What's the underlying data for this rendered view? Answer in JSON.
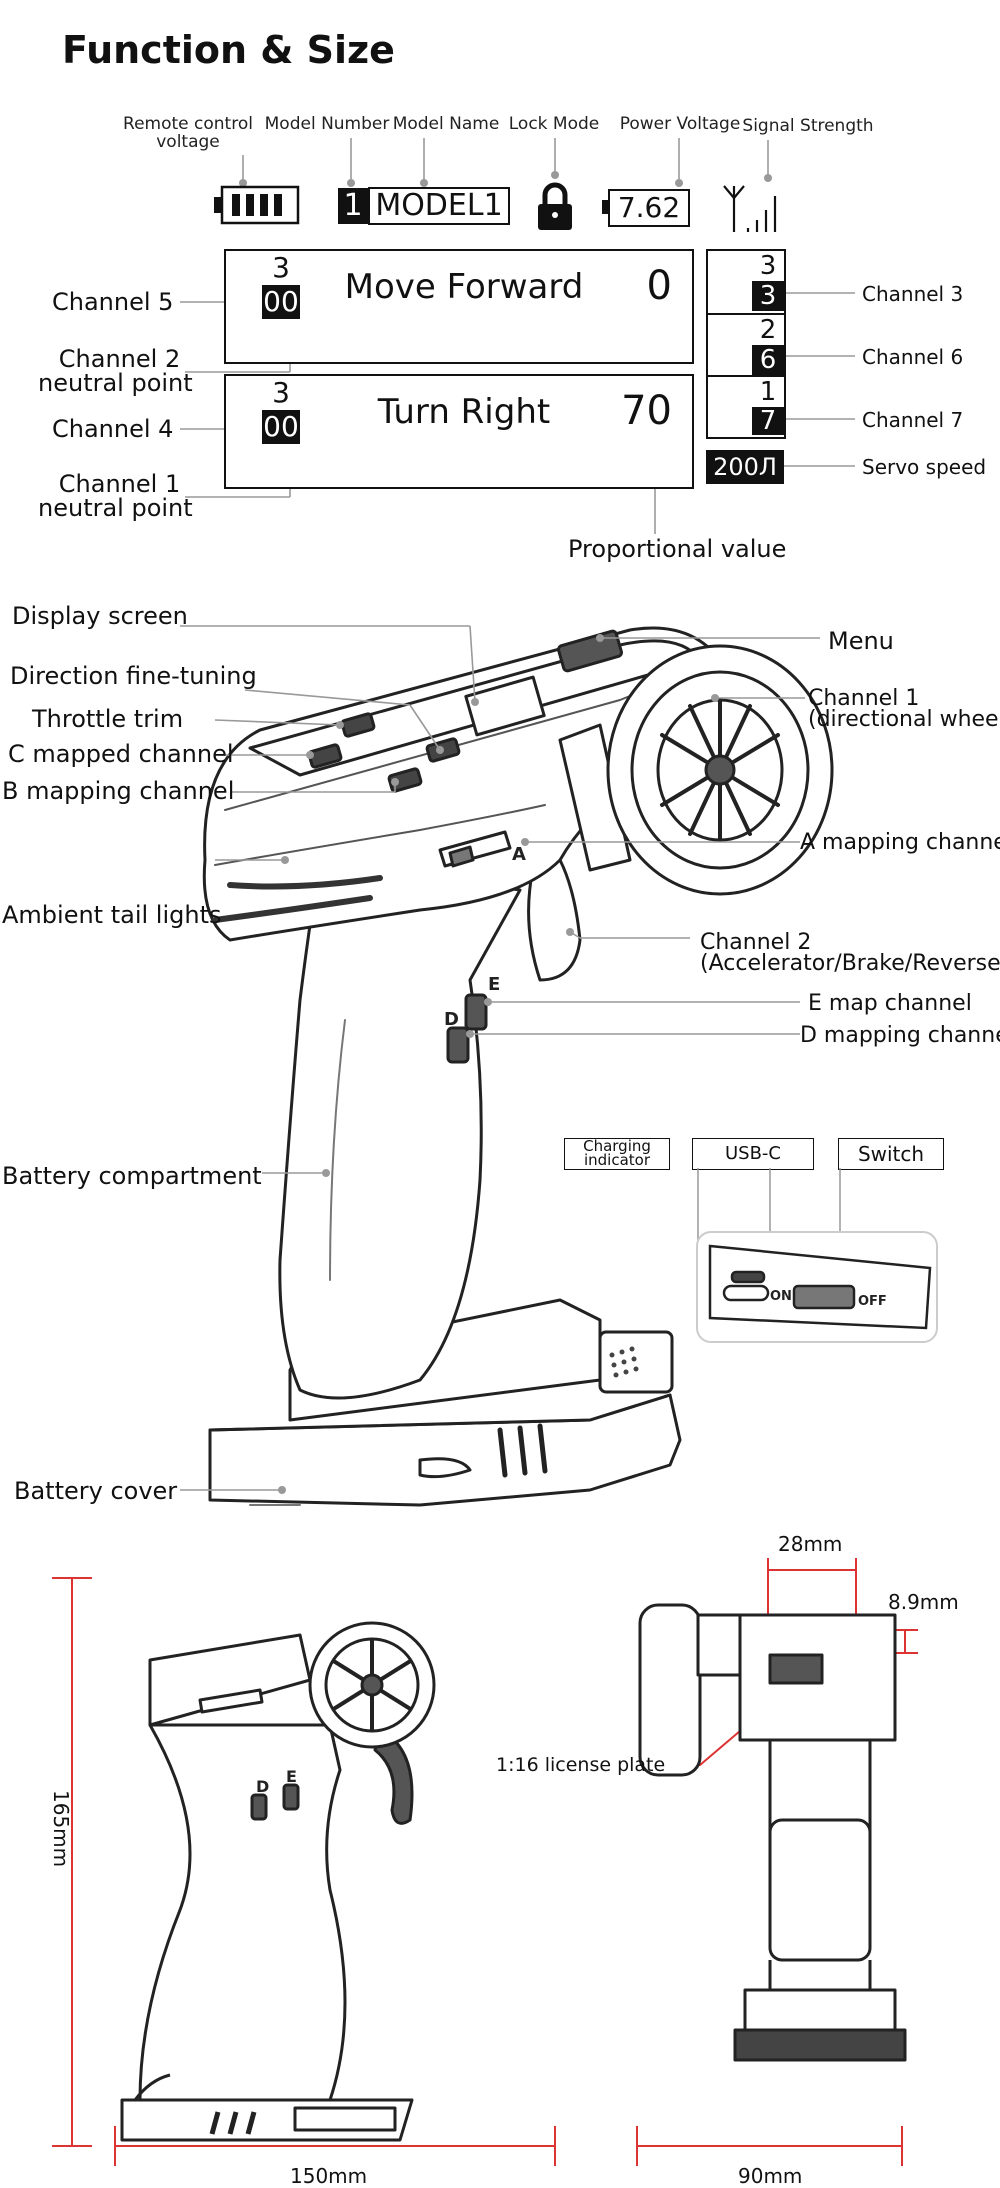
{
  "title": "Function & Size",
  "screen_legend": {
    "top_labels": [
      "Remote control voltage",
      "Model Number",
      "Model Name",
      "Lock Mode",
      "Power Voltage",
      "Signal Strength"
    ],
    "model_number": "1",
    "model_name": "MODEL1",
    "power_voltage": "7.62",
    "row1": {
      "ch_top": "3",
      "ch_bottom": "00",
      "text": "Move Forward",
      "value": "0"
    },
    "row2": {
      "ch_top": "3",
      "ch_bottom": "00",
      "text": "Turn Right",
      "value": "70"
    },
    "right_col": [
      {
        "top": "3",
        "bottom": "3"
      },
      {
        "top": "2",
        "bottom": "6"
      },
      {
        "top": "1",
        "bottom": "7"
      }
    ],
    "servo_speed_value": "200Л",
    "left_labels": {
      "channel5": "Channel 5",
      "channel2_l1": "Channel 2",
      "channel2_l2": "neutral point",
      "channel4": "Channel 4",
      "channel1_l1": "Channel 1",
      "channel1_l2": "neutral point"
    },
    "right_labels": {
      "channel3": "Channel 3",
      "channel6": "Channel 6",
      "channel7": "Channel 7",
      "servo_speed": "Servo speed"
    },
    "proportional_value": "Proportional value"
  },
  "controller_labels": {
    "left": [
      "Display screen",
      "Direction fine-tuning",
      "Throttle trim",
      "C mapped channel",
      "B mapping channel",
      "Ambient tail lights",
      "Battery compartment",
      "Battery cover"
    ],
    "menu": "Menu",
    "channel1_l1": "Channel 1",
    "channel1_l2": "(directional wheel)",
    "a_mapping": "A mapping channel",
    "channel2_l1": "Channel 2",
    "channel2_l2": "(Accelerator/Brake/Reverse)",
    "e_map": "E map channel",
    "d_mapping": "D mapping channel",
    "mark_e": "E",
    "mark_d": "D",
    "mark_a": "A"
  },
  "inset": {
    "charging_l1": "Charging",
    "charging_l2": "indicator",
    "usbc": "USB-C",
    "switch": "Switch",
    "on": "ON",
    "off": "OFF"
  },
  "dimensions": {
    "height": "165mm",
    "width": "150mm",
    "depth": "90mm",
    "top_width": "28mm",
    "offset": "8.9mm",
    "license_plate": "1:16 license plate"
  }
}
